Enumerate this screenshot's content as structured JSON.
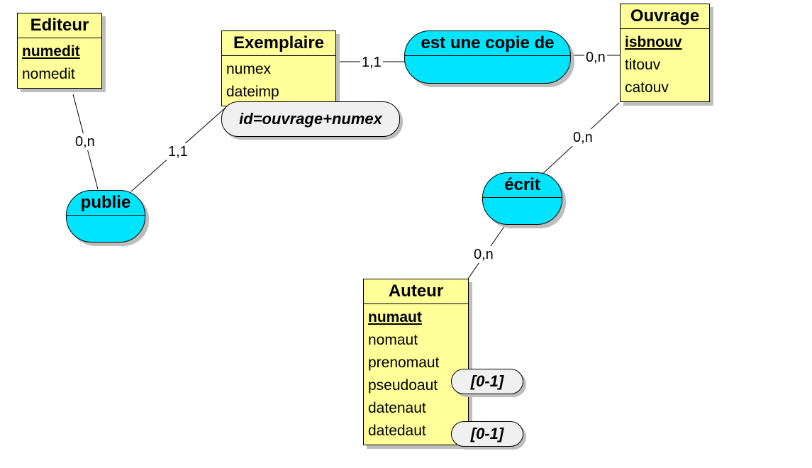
{
  "entities": {
    "editeur": {
      "name": "Editeur",
      "attributes": [
        {
          "label": "numedit"
        },
        {
          "label": "nomedit"
        }
      ]
    },
    "exemplaire": {
      "name": "Exemplaire",
      "attributes": [
        {
          "label": "numex"
        },
        {
          "label": "dateimp"
        }
      ]
    },
    "ouvrage": {
      "name": "Ouvrage",
      "attributes": [
        {
          "label": "isbnouv"
        },
        {
          "label": "titouv"
        },
        {
          "label": "catouv"
        }
      ]
    },
    "auteur": {
      "name": "Auteur",
      "attributes": [
        {
          "label": "numaut"
        },
        {
          "label": "nomaut"
        },
        {
          "label": "prenomaut"
        },
        {
          "label": "pseudoaut"
        },
        {
          "label": "datenaut"
        },
        {
          "label": "datedaut"
        }
      ]
    }
  },
  "associations": {
    "publie": {
      "name": "publie"
    },
    "copie": {
      "name": "est une copie de"
    },
    "ecrit": {
      "name": "écrit"
    }
  },
  "cardinalities": {
    "editeur_publie": "0,n",
    "exemplaire_publie": "1,1",
    "exemplaire_copie": "1,1",
    "ouvrage_copie": "0,n",
    "ouvrage_ecrit": "0,n",
    "auteur_ecrit": "0,n"
  },
  "notes": {
    "identifier": "id=ouvrage+numex",
    "pseudoaut_opt": "[0-1]",
    "datedaut_opt": "[0-1]"
  },
  "colors": {
    "entity_fill": "#ffff99",
    "association_fill": "#00e5ff",
    "note_fill": "#f0f0f0"
  }
}
